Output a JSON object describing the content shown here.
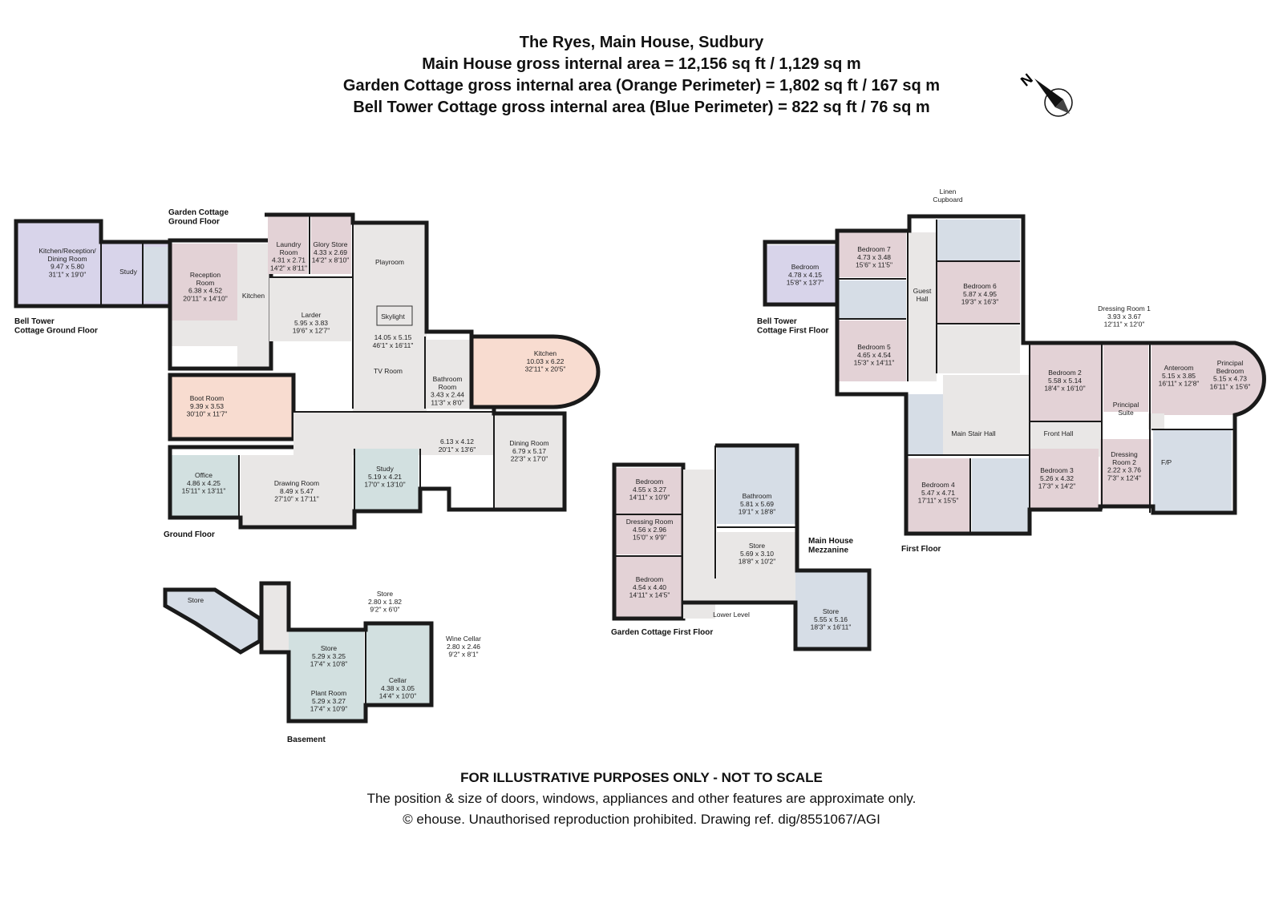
{
  "header": {
    "title": "The Ryes, Main House, Sudbury",
    "line1": "Main House gross internal area = 12,156 sq ft / 1,129 sq m",
    "line2": "Garden Cottage gross internal area (Orange Perimeter) = 1,802 sq ft / 167 sq m",
    "line3": "Bell Tower Cottage gross internal area (Blue Perimeter) = 822 sq ft / 76 sq m"
  },
  "compass": {
    "letter": "N",
    "icon": "compass-icon"
  },
  "colors": {
    "grey": "#e9e7e6",
    "blue": "#d6dde6",
    "pink": "#e3d2d6",
    "peach": "#f8dcd0",
    "lilac": "#d8d4ea",
    "green": "#d2e0e0",
    "wall": "#1a1a1a",
    "orange_perimeter": "#e8823a",
    "blue_perimeter": "#3f5fb5"
  },
  "floor_labels": {
    "bell_tower_ground": "Bell Tower\nCottage Ground Floor",
    "garden_cottage_ground": "Garden Cottage\nGround Floor",
    "ground_floor": "Ground Floor",
    "basement": "Basement",
    "garden_cottage_first": "Garden Cottage First Floor",
    "main_house_mezzanine": "Main House\nMezzanine",
    "bell_tower_first": "Bell Tower\nCottage First Floor",
    "first_floor": "First Floor",
    "linen_cupboard": "Linen\nCupboard",
    "dressing_room_1": "Dressing Room 1\n3.93 x 3.67\n12'11\" x 12'0\""
  },
  "rooms": {
    "kitchen_reception": "Kitchen/Reception/\nDining Room\n9.47 x 5.80\n31'1\" x 19'0\"",
    "study_bt": "Study",
    "reception": "Reception\nRoom\n6.38 x 4.52\n20'11\" x 14'10\"",
    "kitchen_gc": "Kitchen",
    "laundry": "Laundry\nRoom\n4.31 x 2.71\n14'2\" x 8'11\"",
    "glory_store": "Glory Store\n4.33 x 2.69\n14'2\" x 8'10\"",
    "playroom": "Playroom",
    "skylight": "Skylight",
    "larder": "Larder\n5.95 x 3.83\n19'6\" x 12'7\"",
    "tv_room": "14.05 x 5.15\n46'1\" x 16'11\"",
    "tv_room_name": "TV Room",
    "kitchen_main": "Kitchen\n10.03 x 6.22\n32'11\" x 20'5\"",
    "bathroom_room": "Bathroom\nRoom\n3.43 x 2.44\n11'3\" x 8'0\"",
    "boot_room": "Boot Room\n9.39 x 3.53\n30'10\" x 11'7\"",
    "hall": "6.13 x 4.12\n20'1\" x 13'6\"",
    "dining_room": "Dining Room\n6.79 x 5.17\n22'3\" x 17'0\"",
    "office": "Office\n4.86 x 4.25\n15'11\" x 13'11\"",
    "drawing_room": "Drawing Room\n8.49 x 5.47\n27'10\" x 17'11\"",
    "study_main": "Study\n5.19 x 4.21\n17'0\" x 13'10\"",
    "store_basement_left": "Store",
    "store_small": "Store\n2.80 x 1.82\n9'2\" x 6'0\"",
    "store_basement": "Store\n5.29 x 3.25\n17'4\" x 10'8\"",
    "plant_room": "Plant Room\n5.29 x 3.27\n17'4\" x 10'9\"",
    "cellar": "Cellar\n4.38 x 3.05\n14'4\" x 10'0\"",
    "wine_cellar": "Wine Cellar\n2.80 x 2.46\n9'2\" x 8'1\"",
    "gc_bedroom_top": "Bedroom\n4.55 x 3.27\n14'11\" x 10'9\"",
    "gc_dressing": "Dressing Room\n4.56 x 2.96\n15'0\" x 9'9\"",
    "gc_bedroom_bottom": "Bedroom\n4.54 x 4.40\n14'11\" x 14'5\"",
    "mez_bathroom": "Bathroom\n5.81 x 5.69\n19'1\" x 18'8\"",
    "mez_store": "Store\n5.69 x 3.10\n18'8\" x 10'2\"",
    "mez_store2": "Store\n5.55 x 5.16\n18'3\" x 16'11\"",
    "lower_level": "Lower Level",
    "bt_bedroom": "Bedroom\n4.78 x 4.15\n15'8\" x 13'7\"",
    "bedroom7": "Bedroom 7\n4.73 x 3.48\n15'6\" x 11'5\"",
    "guest_hall": "Guest\nHall",
    "bedroom6": "Bedroom 6\n5.87 x 4.95\n19'3\" x 16'3\"",
    "bedroom5": "Bedroom 5\n4.65 x 4.54\n15'3\" x 14'11\"",
    "bedroom2": "Bedroom 2\n5.58 x 5.14\n18'4\" x 16'10\"",
    "anteroom": "Anteroom\n5.15 x 3.85\n16'11\" x 12'8\"",
    "principal_bedroom": "Principal\nBedroom\n5.15 x 4.73\n16'11\" x 15'6\"",
    "main_stair_hall": "Main Stair Hall",
    "front_hall": "Front Hall",
    "principal_suite": "Principal\nSuite",
    "bedroom4": "Bedroom 4\n5.47 x 4.71\n17'11\" x 15'5\"",
    "bedroom3": "Bedroom 3\n5.26 x 4.32\n17'3\" x 14'2\"",
    "dressing_room_2": "Dressing\nRoom 2\n2.22 x 3.76\n7'3\" x 12'4\""
  },
  "marks": {
    "fp": "F/P"
  },
  "footer": {
    "disclaimer": "FOR ILLUSTRATIVE PURPOSES ONLY - NOT TO SCALE",
    "note": "The position & size of doors, windows, appliances and other features are approximate only.",
    "copyright": "© ehouse. Unauthorised reproduction prohibited. Drawing ref. dig/8551067/AGI"
  }
}
